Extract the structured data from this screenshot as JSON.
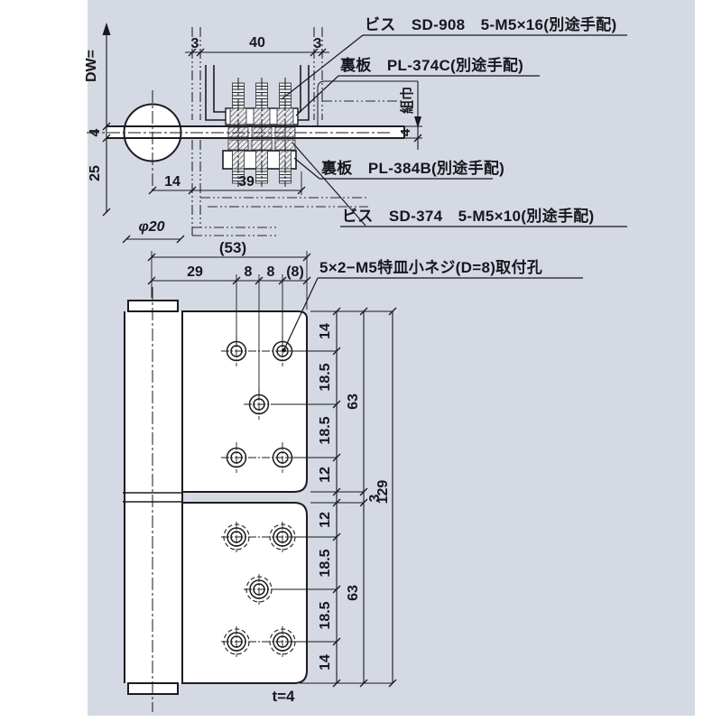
{
  "colors": {
    "background": "#d5d9e4",
    "line": "#17171c",
    "accent": "#e0107c",
    "fill": "#ffffff"
  },
  "section_view": {
    "dim_door_width": "DW=",
    "dim_thickness_left": "4",
    "dim_25": "25",
    "dim_3_left": "3",
    "dim_40": "40",
    "dim_3_right": "3",
    "dim_14": "14",
    "dim_39": "39",
    "dim_phi20": "φ20",
    "dim_assembly_width": "組巾",
    "dim_thickness_right": "4",
    "callout_screw_top": "ビス　SD-908　5-M5×16(別途手配)",
    "callout_plate_top": "裏板　PL-374C(別途手配)",
    "callout_plate_bottom": "裏板　PL-384B(別途手配)",
    "callout_screw_bottom": "ビス　SD-374　5-M5×10(別途手配)"
  },
  "front_view": {
    "dim_53": "(53)",
    "dim_29": "29",
    "dim_8a": "8",
    "dim_8b": "8",
    "dim_8c": "(8)",
    "hole_note": "5×2−M5特皿小ネジ(D=8)取付孔",
    "seg_top": [
      "14",
      "18.5",
      "18.5",
      "12"
    ],
    "dim_gap": "3",
    "seg_bottom": [
      "12",
      "18.5",
      "18.5",
      "14"
    ],
    "dim_63_top": "63",
    "dim_63_bottom": "63",
    "dim_129": "129",
    "thickness_note": "t=4"
  }
}
